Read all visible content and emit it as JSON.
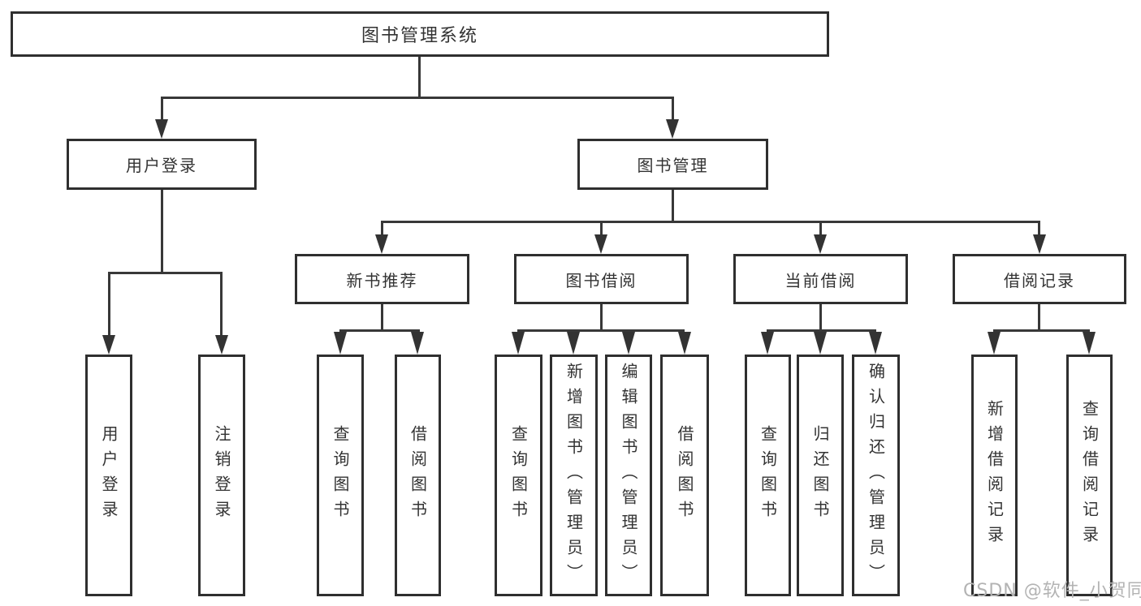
{
  "diagram_type": "hierarchy-tree",
  "colors": {
    "background": "#ffffff",
    "box_border": "#2f2f2f",
    "connector_line": "#383838",
    "text": "#333333",
    "watermark_text": "#b3b3b3"
  },
  "tree": {
    "label": "图书管理系统",
    "children": [
      {
        "label": "用户登录",
        "children": [
          {
            "label": "用户登录"
          },
          {
            "label": "注销登录"
          }
        ]
      },
      {
        "label": "图书管理",
        "children": [
          {
            "label": "新书推荐",
            "children": [
              {
                "label": "查询图书"
              },
              {
                "label": "借阅图书"
              }
            ]
          },
          {
            "label": "图书借阅",
            "children": [
              {
                "label": "查询图书"
              },
              {
                "label": "新增图书（管理员）"
              },
              {
                "label": "编辑图书（管理员）"
              },
              {
                "label": "借阅图书"
              }
            ]
          },
          {
            "label": "当前借阅",
            "children": [
              {
                "label": "查询图书"
              },
              {
                "label": "归还图书"
              },
              {
                "label": "确认归还（管理员）"
              }
            ]
          },
          {
            "label": "借阅记录",
            "children": [
              {
                "label": "新增借阅记录"
              },
              {
                "label": "查询借阅记录"
              }
            ]
          }
        ]
      }
    ]
  },
  "watermark": {
    "text": "CSDN @软件_小贺同学"
  }
}
